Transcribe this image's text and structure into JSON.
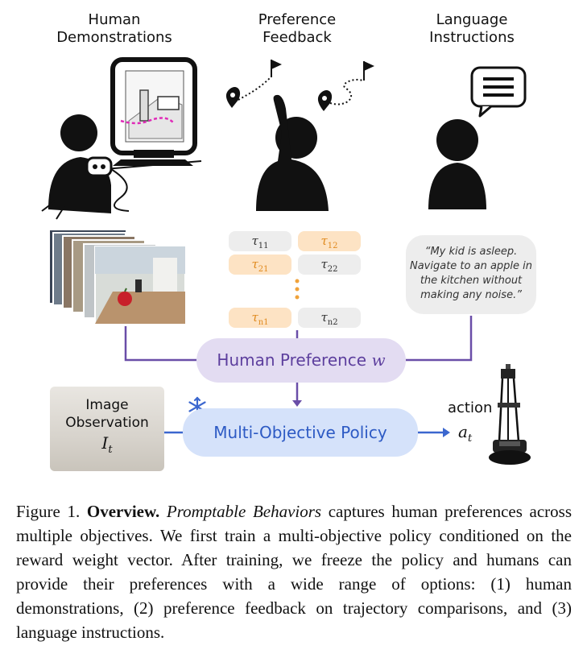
{
  "columns": {
    "demos": "Human\nDemonstrations",
    "feedback": "Preference\nFeedback",
    "language": "Language\nInstructions"
  },
  "trajectories": [
    {
      "a": "τ",
      "a_sub": "11",
      "a_hl": false,
      "b": "τ",
      "b_sub": "12",
      "b_hl": true
    },
    {
      "a": "τ",
      "a_sub": "21",
      "a_hl": true,
      "b": "τ",
      "b_sub": "22",
      "b_hl": false
    },
    {
      "a": "τ",
      "a_sub": "n1",
      "a_hl": true,
      "b": "τ",
      "b_sub": "n2",
      "b_hl": false
    }
  ],
  "instruction_quote": "“My kid is asleep. Navigate to an apple in the kitchen without making any noise.”",
  "human_preference": {
    "label": "Human Preference",
    "symbol": "w"
  },
  "image_observation": {
    "label": "Image\nObservation",
    "symbol": "I",
    "symbol_sub": "t"
  },
  "policy": {
    "label": "Multi-Objective Policy",
    "frozen_icon": "snowflake-icon"
  },
  "action": {
    "label": "action",
    "symbol": "a",
    "symbol_sub": "t"
  },
  "colors": {
    "purple": "#6a4ea8",
    "blue": "#3b67cf",
    "orange": "#f0a23a",
    "pref_fill": "#e3dcf2",
    "policy_fill": "#d5e2fa"
  },
  "caption": {
    "prefix": "Figure 1. ",
    "bold": "Overview.",
    "italic": "Promptable Behaviors",
    "text": " captures human preferences across multiple objectives. We first train a multi-objective policy conditioned on the reward weight vector. After training, we freeze the policy and humans can provide their preferences with a wide range of options: (1) human demonstrations, (2) preference feedback on trajectory comparisons, and (3) language instructions."
  }
}
